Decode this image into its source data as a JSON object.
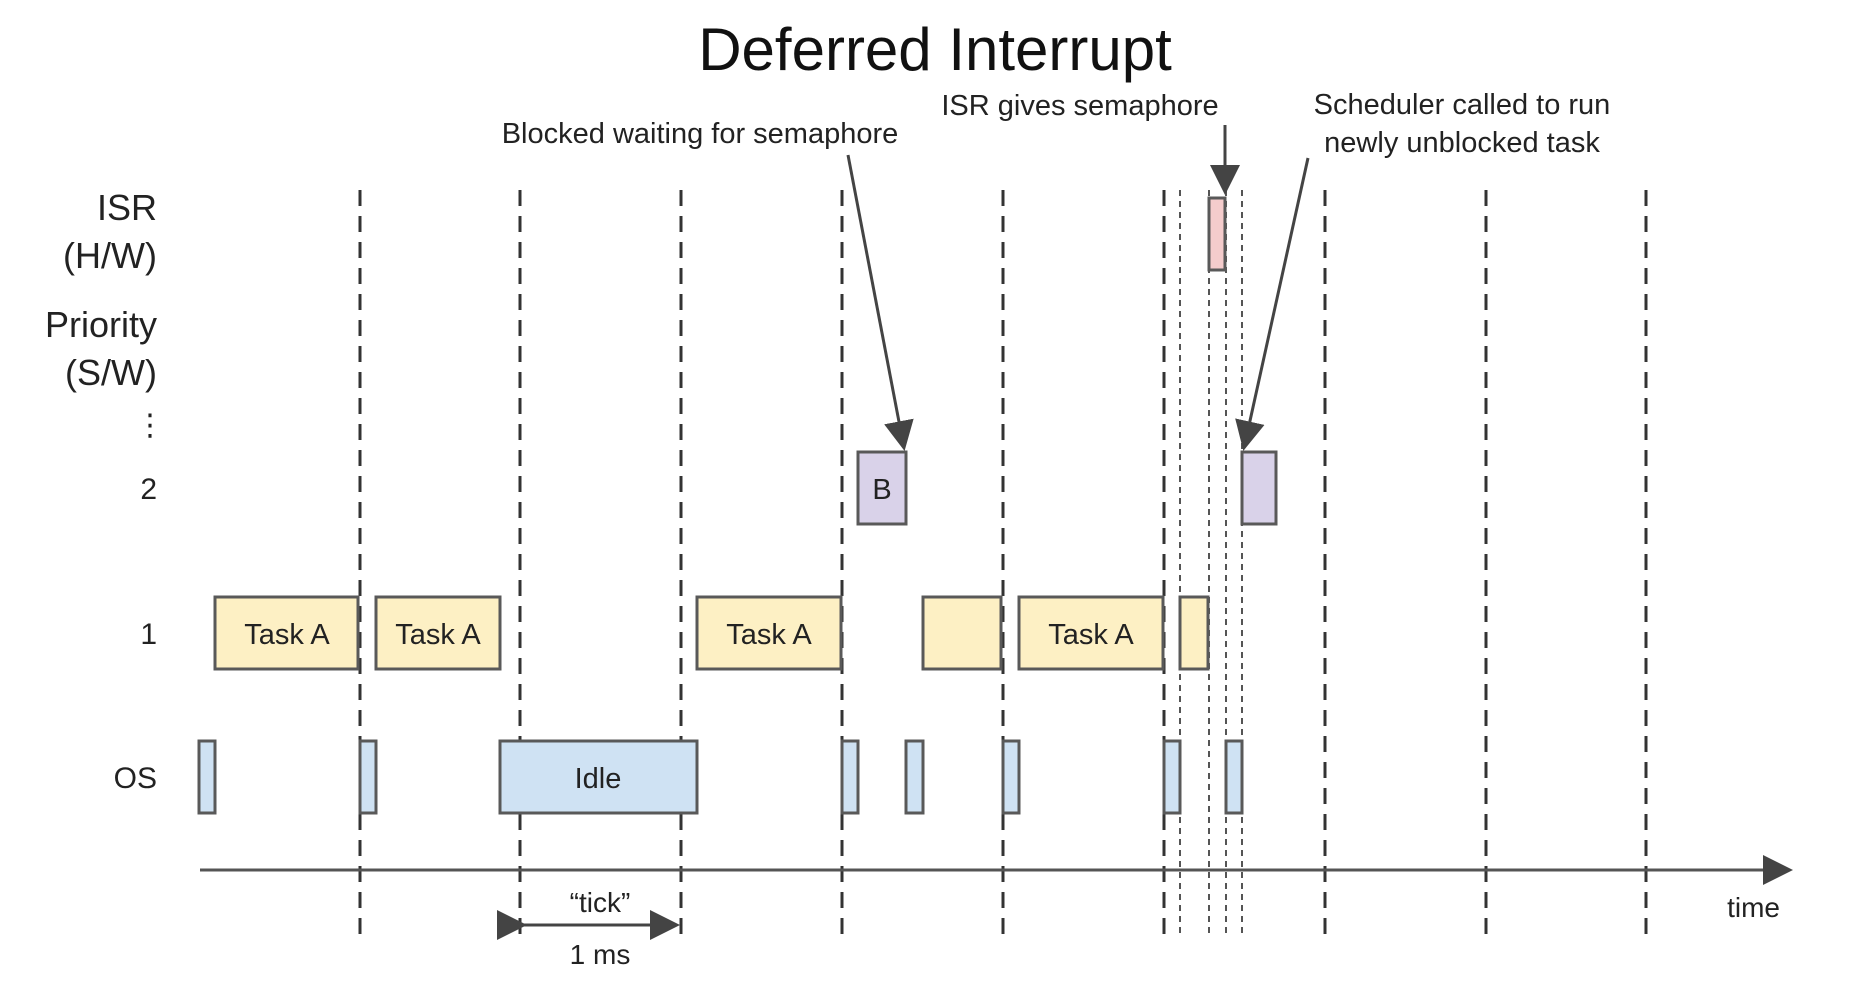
{
  "title": "Deferred Interrupt",
  "annotations": {
    "blocked": "Blocked waiting for semaphore",
    "isr_gives": "ISR gives semaphore",
    "scheduler_line1": "Scheduler called to run",
    "scheduler_line2": "newly unblocked task"
  },
  "rows": {
    "isr_line1": "ISR",
    "isr_line2": "(H/W)",
    "priority_line1": "Priority",
    "priority_line2": "(S/W)",
    "ellipsis": "⋮",
    "p2": "2",
    "p1": "1",
    "os": "OS"
  },
  "box_labels": {
    "task_a": "Task A",
    "b": "B",
    "idle": "Idle"
  },
  "axis": {
    "label": "time",
    "tick_label": "“tick”",
    "tick_duration": "1 ms"
  },
  "colors": {
    "task": "#fdf0c4",
    "os": "#cfe2f3",
    "priority2": "#d9d2e9",
    "isr": "#f4cccc",
    "stroke": "#595959"
  }
}
